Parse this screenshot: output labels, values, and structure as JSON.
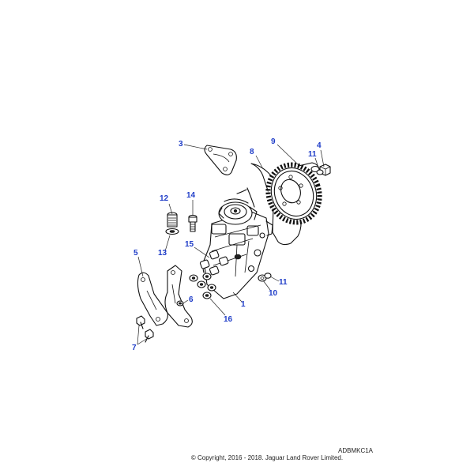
{
  "diagram": {
    "callouts": [
      {
        "id": "c1",
        "label": "1"
      },
      {
        "id": "c3",
        "label": "3"
      },
      {
        "id": "c4",
        "label": "4"
      },
      {
        "id": "c5",
        "label": "5"
      },
      {
        "id": "c6",
        "label": "6"
      },
      {
        "id": "c7",
        "label": "7"
      },
      {
        "id": "c8",
        "label": "8"
      },
      {
        "id": "c9",
        "label": "9"
      },
      {
        "id": "c10",
        "label": "10"
      },
      {
        "id": "c11a",
        "label": "11"
      },
      {
        "id": "c11b",
        "label": "11"
      },
      {
        "id": "c12",
        "label": "12"
      },
      {
        "id": "c13",
        "label": "13"
      },
      {
        "id": "c14",
        "label": "14"
      },
      {
        "id": "c15",
        "label": "15"
      },
      {
        "id": "c16",
        "label": "16"
      }
    ],
    "ref_code": "ADBMKC1A",
    "copyright": "© Copyright, 2016 - 2018. Jaguar Land Rover Limited.",
    "callout_color": "#1e3cc8"
  }
}
